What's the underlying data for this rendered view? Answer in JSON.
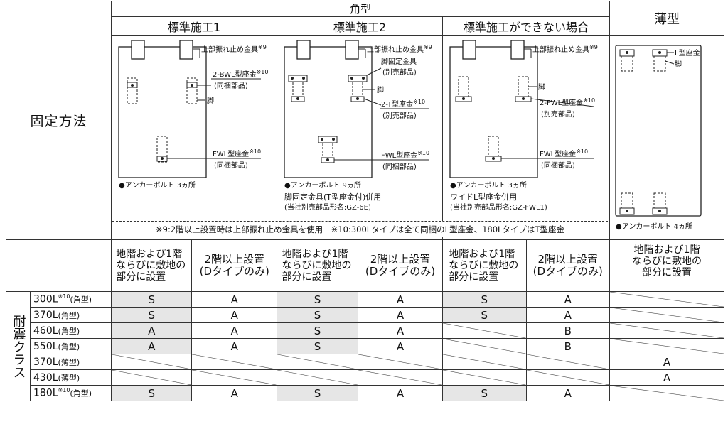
{
  "header": {
    "kaku": "角型",
    "usu": "薄型",
    "std1": "標準施工1",
    "std2": "標準施工2",
    "nonstd": "標準施工ができない場合",
    "fix_method": "固定方法"
  },
  "figures": {
    "f1": {
      "top_label": "上部振れ止め金具",
      "top_sup": "※9",
      "bwl": "2-BWL型座金",
      "bwl_sup": "※10",
      "bwl_sub": "(同梱部品)",
      "leg": "脚",
      "fwl": "FWL型座金",
      "fwl_sup": "※10",
      "fwl_sub": "(同梱部品)",
      "anchor": "●アンカーボルト 3ヵ所"
    },
    "f2": {
      "top_label": "上部振れ止め金具",
      "top_sup": "※9",
      "legfix": "脚固定金具",
      "legfix_sub": "(別売部品)",
      "leg": "脚",
      "t": "2-T型座金",
      "t_sup": "※10",
      "t_sub": "(別売部品)",
      "fwl": "FWL型座金",
      "fwl_sup": "※10",
      "fwl_sub": "(同梱部品)",
      "anchor": "●アンカーボルト 9ヵ所",
      "line2": "脚固定金具(T型座金付)併用",
      "line3": "(当社別売部品形名:GZ-6E)"
    },
    "f3": {
      "top_label": "上部振れ止め金具",
      "top_sup": "※9",
      "leg": "脚",
      "fwl2": "2-FWL型座金",
      "fwl2_sup": "※10",
      "fwl2_sub": "(別売部品)",
      "fwl": "FWL型座金",
      "fwl_sup": "※10",
      "fwl_sub": "(同梱部品)",
      "anchor": "●アンカーボルト 3ヵ所",
      "line2": "ワイドL型座金併用",
      "line3": "(当社別売部品形名:GZ-FWL1)"
    },
    "f4": {
      "l": "L型座金",
      "leg": "脚",
      "anchor": "●アンカーボルト 4ヵ所"
    }
  },
  "note": "※9:2階以上設置時は上部振れ止め金具を使用　※10:300Lタイプは全て同梱のL型座金、180LタイプはT型座金",
  "conditions": {
    "ground": "地階および1階ならびに敷地の部分に設置",
    "ground_l1": "地階および1階",
    "ground_l2": "ならびに敷地の",
    "ground_l3": "部分に設置",
    "upper_l1": "2階以上設置",
    "upper_l2": "(Dタイプのみ)"
  },
  "side_label": "耐震クラス",
  "rows": [
    {
      "cap": "300L",
      "sup": "※10",
      "type": "(角型)",
      "cells": [
        "S",
        "A",
        "S",
        "A",
        "S",
        "A",
        ""
      ]
    },
    {
      "cap": "370L",
      "sup": "",
      "type": "(角型)",
      "cells": [
        "S",
        "A",
        "S",
        "A",
        "S",
        "A",
        ""
      ]
    },
    {
      "cap": "460L",
      "sup": "",
      "type": "(角型)",
      "cells": [
        "A",
        "A",
        "S",
        "A",
        "",
        "B",
        ""
      ]
    },
    {
      "cap": "550L",
      "sup": "",
      "type": "(角型)",
      "cells": [
        "A",
        "A",
        "S",
        "A",
        "",
        "B",
        ""
      ]
    },
    {
      "cap": "370L",
      "sup": "",
      "type": "(薄型)",
      "cells": [
        "",
        "",
        "",
        "",
        "",
        "",
        "A"
      ]
    },
    {
      "cap": "430L",
      "sup": "",
      "type": "(薄型)",
      "cells": [
        "",
        "",
        "",
        "",
        "",
        "",
        "A"
      ]
    },
    {
      "cap": "180L",
      "sup": "※10",
      "type": "(角型)",
      "cells": [
        "S",
        "A",
        "S",
        "A",
        "S",
        "A",
        ""
      ]
    }
  ],
  "colors": {
    "shade": "#e6e6e6",
    "border": "#333333"
  }
}
